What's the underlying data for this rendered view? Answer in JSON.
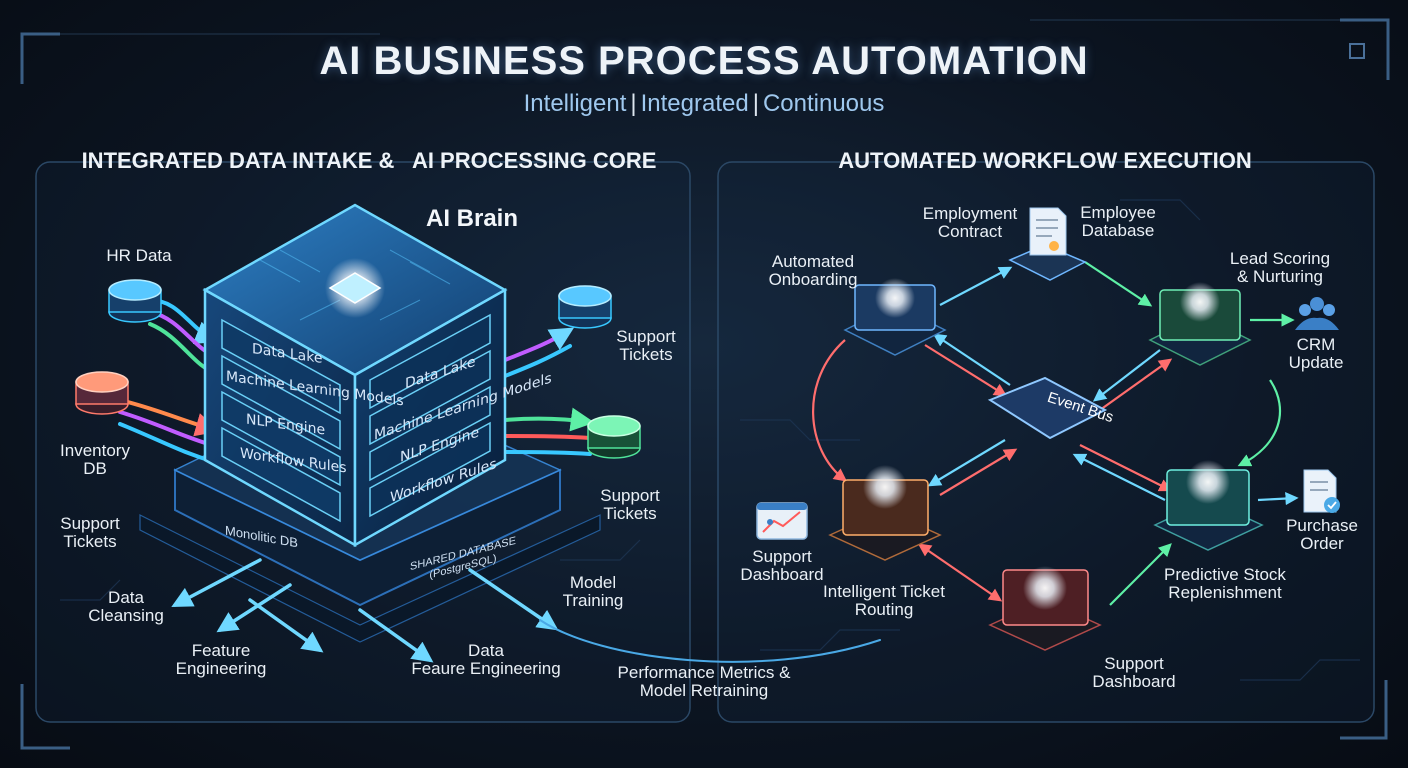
{
  "title": "AI BUSINESS PROCESS AUTOMATION",
  "subtitle": {
    "part1": "Intelligent",
    "sep": "|",
    "part2": "Integrated",
    "part3": "Continuous"
  },
  "left_panel": {
    "heading": "INTEGRATED DATA INTAKE &   AI PROCESSING CORE",
    "core_label": "AI Brain",
    "left_face": [
      "Data Lake",
      "Machine Learning Models",
      "NLP Engine",
      "Workflow Rules"
    ],
    "right_face": [
      "Data Lake",
      "Machine Learning Models",
      "NLP Engine",
      "Workflow Rules"
    ],
    "base_left": "Monolitic DB",
    "base_right": [
      "SHARED DATABASE",
      "(PostgreSQL)"
    ],
    "sources": {
      "hr": "HR Data",
      "inventory": [
        "Inventory",
        "DB"
      ],
      "support_top": [
        "Support",
        "Tickets"
      ],
      "support_mid": [
        "Support",
        "Tickets"
      ],
      "support_left": [
        "Support",
        "Tickets"
      ]
    },
    "outputs": {
      "cleansing": [
        "Data",
        "Cleansing"
      ],
      "feature_eng": [
        "Feature",
        "Engineering"
      ],
      "data_feature": [
        "Data",
        "Feaure Engineering"
      ],
      "model_training": [
        "Model",
        "Training"
      ]
    }
  },
  "right_panel": {
    "heading": "AUTOMATED WORKFLOW EXECUTION",
    "event_bus": "Event Bus",
    "employment_contract": [
      "Employment",
      "Contract"
    ],
    "employee_db": [
      "Employee",
      "Database"
    ],
    "onboarding": [
      "Automated",
      "Onboarding"
    ],
    "lead_scoring": [
      "Lead Scoring",
      "& Nurturing"
    ],
    "crm": [
      "CRM",
      "Update"
    ],
    "purchase_order": [
      "Purchase",
      "Order"
    ],
    "stock": [
      "Predictive Stock",
      "Replenishment"
    ],
    "ticket_routing": [
      "Intelligent Ticket",
      "Routing"
    ],
    "support_dash_left": [
      "Support",
      "Dashboard"
    ],
    "support_dash_bottom": [
      "Support",
      "Dashboard"
    ]
  },
  "feedback": [
    "Performance Metrics &",
    "Model Retraining"
  ],
  "colors": {
    "background": "#0c1522",
    "cyan": "#38c8ff",
    "blue": "#2a7fff",
    "red": "#ff5a5a",
    "green": "#4fe39a",
    "orange": "#ffb347",
    "purple": "#c05cff"
  },
  "icons": [
    "database-icon",
    "chip-icon",
    "document-icon",
    "users-icon",
    "chart-icon",
    "checklist-icon"
  ]
}
